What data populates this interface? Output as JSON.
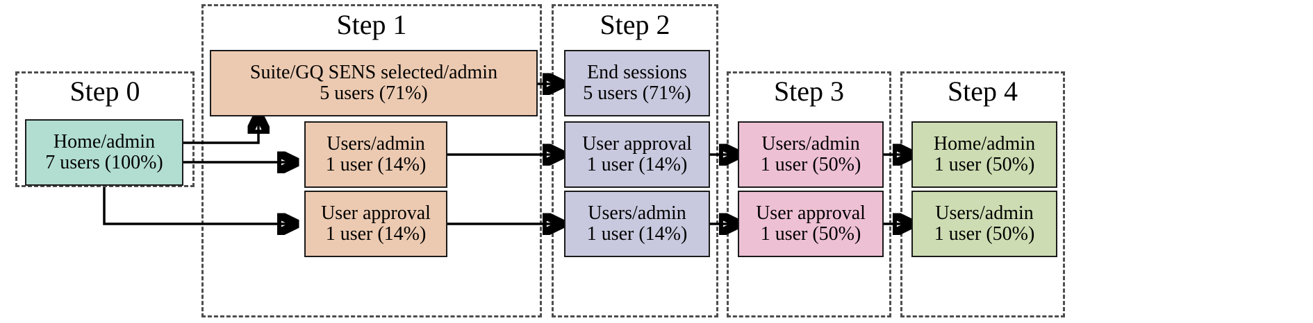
{
  "diagram": {
    "type": "process-flow-sankey",
    "title": "",
    "orientation": "left-to-right",
    "steps": [
      {
        "id": "step0",
        "label": "Step 0"
      },
      {
        "id": "step1",
        "label": "Step 1"
      },
      {
        "id": "step2",
        "label": "Step 2"
      },
      {
        "id": "step3",
        "label": "Step 3"
      },
      {
        "id": "step4",
        "label": "Step 4"
      }
    ],
    "colors": {
      "step0_fill": "#b2ded2",
      "step1_fill": "#eccab1",
      "step2_fill": "#c8c9de",
      "step3_fill": "#eec0d4",
      "step4_fill": "#cddcb2",
      "node_border": "#1a1a1a",
      "frame_border": "#4d4d4d",
      "arrow": "#000000",
      "background": "#ffffff"
    },
    "nodes": [
      {
        "id": "n0",
        "step": "step0",
        "label": "Home/admin",
        "stat": "7 users (100%)",
        "users": 7,
        "percent": 100
      },
      {
        "id": "n1a",
        "step": "step1",
        "label": "Suite/GQ SENS selected/admin",
        "stat": "5 users (71%)",
        "users": 5,
        "percent": 71
      },
      {
        "id": "n1b",
        "step": "step1",
        "label": "Users/admin",
        "stat": "1 user (14%)",
        "users": 1,
        "percent": 14
      },
      {
        "id": "n1c",
        "step": "step1",
        "label": "User approval",
        "stat": "1 user (14%)",
        "users": 1,
        "percent": 14
      },
      {
        "id": "n2a",
        "step": "step2",
        "label": "End sessions",
        "stat": "5 users (71%)",
        "users": 5,
        "percent": 71
      },
      {
        "id": "n2b",
        "step": "step2",
        "label": "User approval",
        "stat": "1 user (14%)",
        "users": 1,
        "percent": 14
      },
      {
        "id": "n2c",
        "step": "step2",
        "label": "Users/admin",
        "stat": "1 user (14%)",
        "users": 1,
        "percent": 14
      },
      {
        "id": "n3a",
        "step": "step3",
        "label": "Users/admin",
        "stat": "1 user (50%)",
        "users": 1,
        "percent": 50
      },
      {
        "id": "n3b",
        "step": "step3",
        "label": "User approval",
        "stat": "1 user (50%)",
        "users": 1,
        "percent": 50
      },
      {
        "id": "n4a",
        "step": "step4",
        "label": "Home/admin",
        "stat": "1 user (50%)",
        "users": 1,
        "percent": 50
      },
      {
        "id": "n4b",
        "step": "step4",
        "label": "Users/admin",
        "stat": "1 user (50%)",
        "users": 1,
        "percent": 50
      }
    ],
    "edges": [
      {
        "from": "n0",
        "to": "n1a"
      },
      {
        "from": "n0",
        "to": "n1b"
      },
      {
        "from": "n0",
        "to": "n1c"
      },
      {
        "from": "n1a",
        "to": "n2a"
      },
      {
        "from": "n1b",
        "to": "n2b"
      },
      {
        "from": "n1c",
        "to": "n2c"
      },
      {
        "from": "n2b",
        "to": "n3a"
      },
      {
        "from": "n2c",
        "to": "n3b"
      },
      {
        "from": "n3a",
        "to": "n4a"
      },
      {
        "from": "n3b",
        "to": "n4b"
      }
    ]
  }
}
